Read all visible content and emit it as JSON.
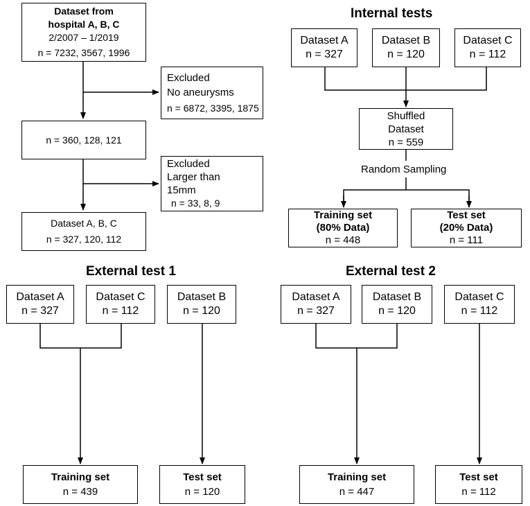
{
  "flow_left": {
    "source": {
      "l1": "Dataset from",
      "l2": "hospital A, B, C",
      "l3": "2/2007 – 1/2019",
      "l4": "n = 7232, 3567, 1996"
    },
    "excl1": {
      "l1": "Excluded",
      "l2": "No aneurysms",
      "l3": "n = 6872, 3395, 1875"
    },
    "mid": {
      "l1": "n = 360, 128, 121"
    },
    "excl2": {
      "l1": "Excluded",
      "l2": "Larger than",
      "l3": "15mm",
      "l4": "n = 33, 8, 9"
    },
    "final": {
      "l1": "Dataset A, B, C",
      "l2": "n = 327, 120, 112"
    }
  },
  "internal": {
    "title": "Internal tests",
    "a": {
      "l1": "Dataset A",
      "l2": "n = 327"
    },
    "b": {
      "l1": "Dataset B",
      "l2": "n = 120"
    },
    "c": {
      "l1": "Dataset C",
      "l2": "n = 112"
    },
    "shuffled": {
      "l1": "Shuffled",
      "l2": "Dataset",
      "l3": "n = 559"
    },
    "sampling": "Random Sampling",
    "train": {
      "l1": "Training set",
      "l2": "(80% Data)",
      "l3": "n = 448"
    },
    "test": {
      "l1": "Test set",
      "l2": "(20% Data)",
      "l3": "n = 111"
    }
  },
  "ext1": {
    "title": "External test 1",
    "a": {
      "l1": "Dataset A",
      "l2": "n = 327"
    },
    "c": {
      "l1": "Dataset C",
      "l2": "n = 112"
    },
    "b": {
      "l1": "Dataset B",
      "l2": "n = 120"
    },
    "train": {
      "l1": "Training set",
      "l2": "n = 439"
    },
    "test": {
      "l1": "Test set",
      "l2": "n = 120"
    }
  },
  "ext2": {
    "title": "External test 2",
    "a": {
      "l1": "Dataset A",
      "l2": "n = 327"
    },
    "b": {
      "l1": "Dataset B",
      "l2": "n = 120"
    },
    "c": {
      "l1": "Dataset C",
      "l2": "n = 112"
    },
    "train": {
      "l1": "Training set",
      "l2": "n = 447"
    },
    "test": {
      "l1": "Test set",
      "l2": "n = 112"
    }
  }
}
